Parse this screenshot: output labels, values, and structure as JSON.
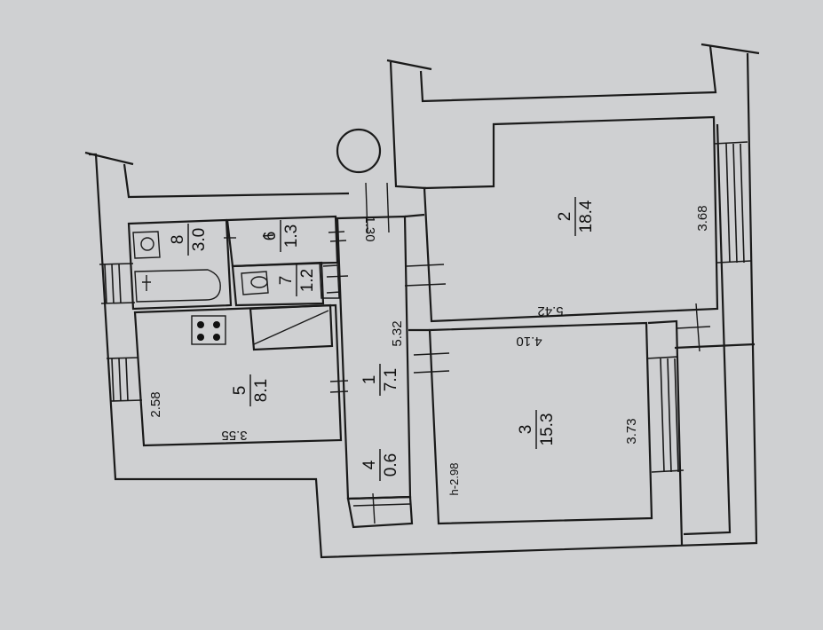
{
  "rooms": [
    {
      "id": "r1",
      "number": "1",
      "area": "7.1"
    },
    {
      "id": "r2",
      "number": "2",
      "area": "18.4"
    },
    {
      "id": "r3",
      "number": "3",
      "area": "15.3"
    },
    {
      "id": "r4",
      "number": "4",
      "area": "0.6"
    },
    {
      "id": "r5",
      "number": "5",
      "area": "8.1"
    },
    {
      "id": "r6",
      "number": "6",
      "area": "1.3"
    },
    {
      "id": "r7",
      "number": "7",
      "area": "1.2"
    },
    {
      "id": "r8",
      "number": "8",
      "area": "3.0"
    }
  ],
  "dimensions": {
    "d_130": "1.30",
    "d_532": "5.32",
    "d_542": "5.42",
    "d_368": "3.68",
    "d_410": "4.10",
    "d_373": "3.73",
    "d_258": "2.58",
    "d_355": "3.55",
    "height": "h-2.98"
  }
}
